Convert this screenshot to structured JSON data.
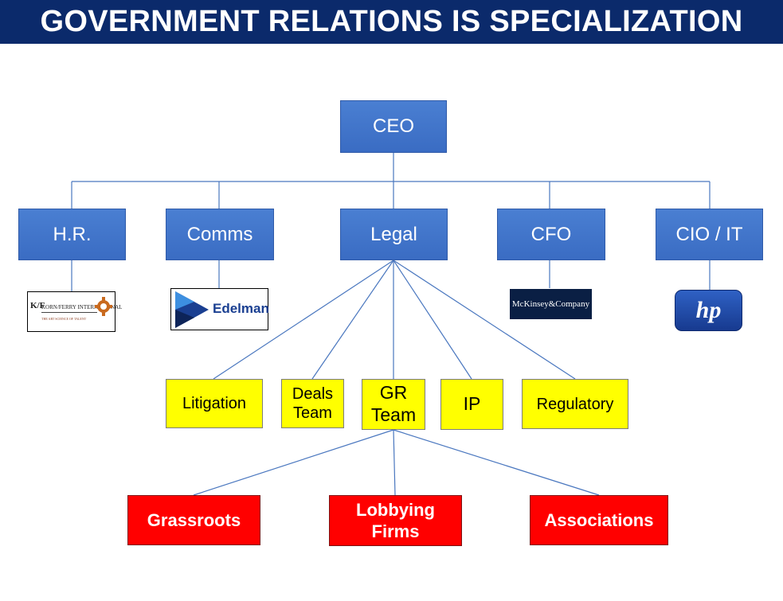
{
  "title": "GOVERNMENT RELATIONS IS SPECIALIZATION",
  "colors": {
    "title_bg": "#0b2a6b",
    "blue_box": "#3f74c8",
    "yellow_box": "#ffff00",
    "red_box": "#ff0000",
    "connector": "#4a77bf"
  },
  "ceo": "CEO",
  "departments": {
    "hr": "H.R.",
    "comms": "Comms",
    "legal": "Legal",
    "cfo": "CFO",
    "cio": "CIO / IT"
  },
  "logos": {
    "korn_ferry": {
      "mark": "K/F",
      "name": "KORN/FERRY INTERNATIONAL",
      "tagline": "THE ART SCIENCE OF TALENT"
    },
    "edelman": {
      "name": "Edelman"
    },
    "mckinsey": {
      "name": "McKinsey&Company"
    },
    "hp": {
      "name": "hp"
    }
  },
  "legal_teams": {
    "litigation": "Litigation",
    "deals": "Deals\nTeam",
    "gr": "GR\nTeam",
    "ip": "IP",
    "regulatory": "Regulatory"
  },
  "gr_channels": {
    "grassroots": "Grassroots",
    "lobbying": "Lobbying\nFirms",
    "associations": "Associations"
  }
}
